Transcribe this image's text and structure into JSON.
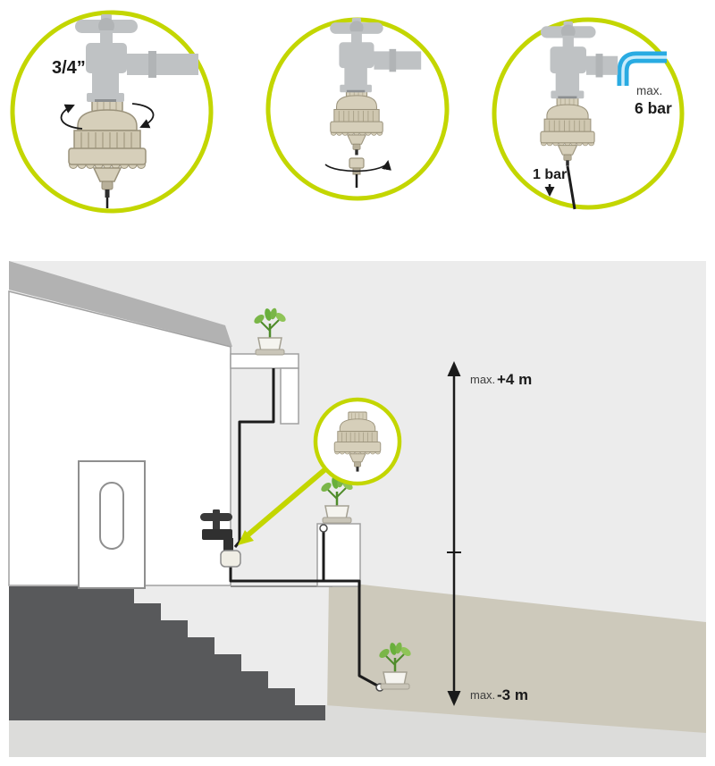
{
  "steps": {
    "step1": {
      "thread_label": "3/4”"
    },
    "step3": {
      "max_label": "max.",
      "inlet_pressure": "6 bar",
      "outlet_pressure": "1 bar"
    }
  },
  "scene": {
    "height_above_prefix": "max.",
    "height_above_value": "+4 m",
    "height_below_prefix": "max.",
    "height_below_value": "-3 m"
  },
  "colors": {
    "accent_lime": "#c3d600",
    "hose_blue": "#29abe2",
    "device_beige": "#d6cfba",
    "tap_gray": "#bfc2c4",
    "ground_taupe": "#cdc9bb",
    "stairs_gray": "#58595b"
  }
}
